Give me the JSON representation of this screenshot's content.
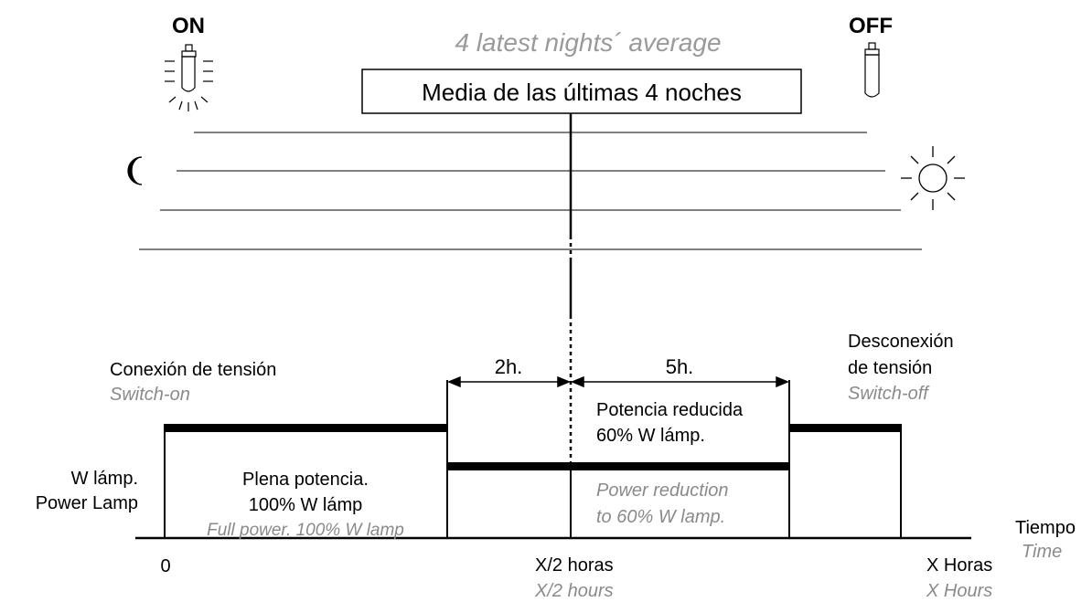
{
  "header": {
    "on_label": "ON",
    "off_label": "OFF",
    "title_en": "4 latest nights´ average",
    "title_es": "Media de las últimas 4 noches"
  },
  "icons": {
    "on": "lit-bulb-icon",
    "off": "unlit-bulb-icon",
    "night": "moon-icon",
    "day": "sun-icon"
  },
  "segments": {
    "switch_on_es": "Conexión de tensión",
    "switch_on_en": "Switch-on",
    "switch_off_es_1": "Desconexión",
    "switch_off_es_2": "de tensión",
    "switch_off_en": "Switch-off",
    "full_es_1": "Plena potencia.",
    "full_es_2": "100% W lámp",
    "full_en": "Full power. 100% W lamp",
    "reduced_es_1": "Potencia reducida",
    "reduced_es_2": "60% W lámp.",
    "reduced_en_1": "Power reduction",
    "reduced_en_2": "to 60% W lamp.",
    "dim_before": "2h.",
    "dim_after": "5h."
  },
  "axes": {
    "y_label_es": "W lámp.",
    "y_label_en": "Power Lamp",
    "x_label_es": "Tiempo",
    "x_label_en": "Time",
    "tick_zero": "0",
    "tick_mid_es": "X/2 horas",
    "tick_mid_en": "X/2 hours",
    "tick_end_es": "X Horas",
    "tick_end_en": "X Hours"
  },
  "colors": {
    "primary": "#000000",
    "secondary_text": "#8a8a8a"
  }
}
